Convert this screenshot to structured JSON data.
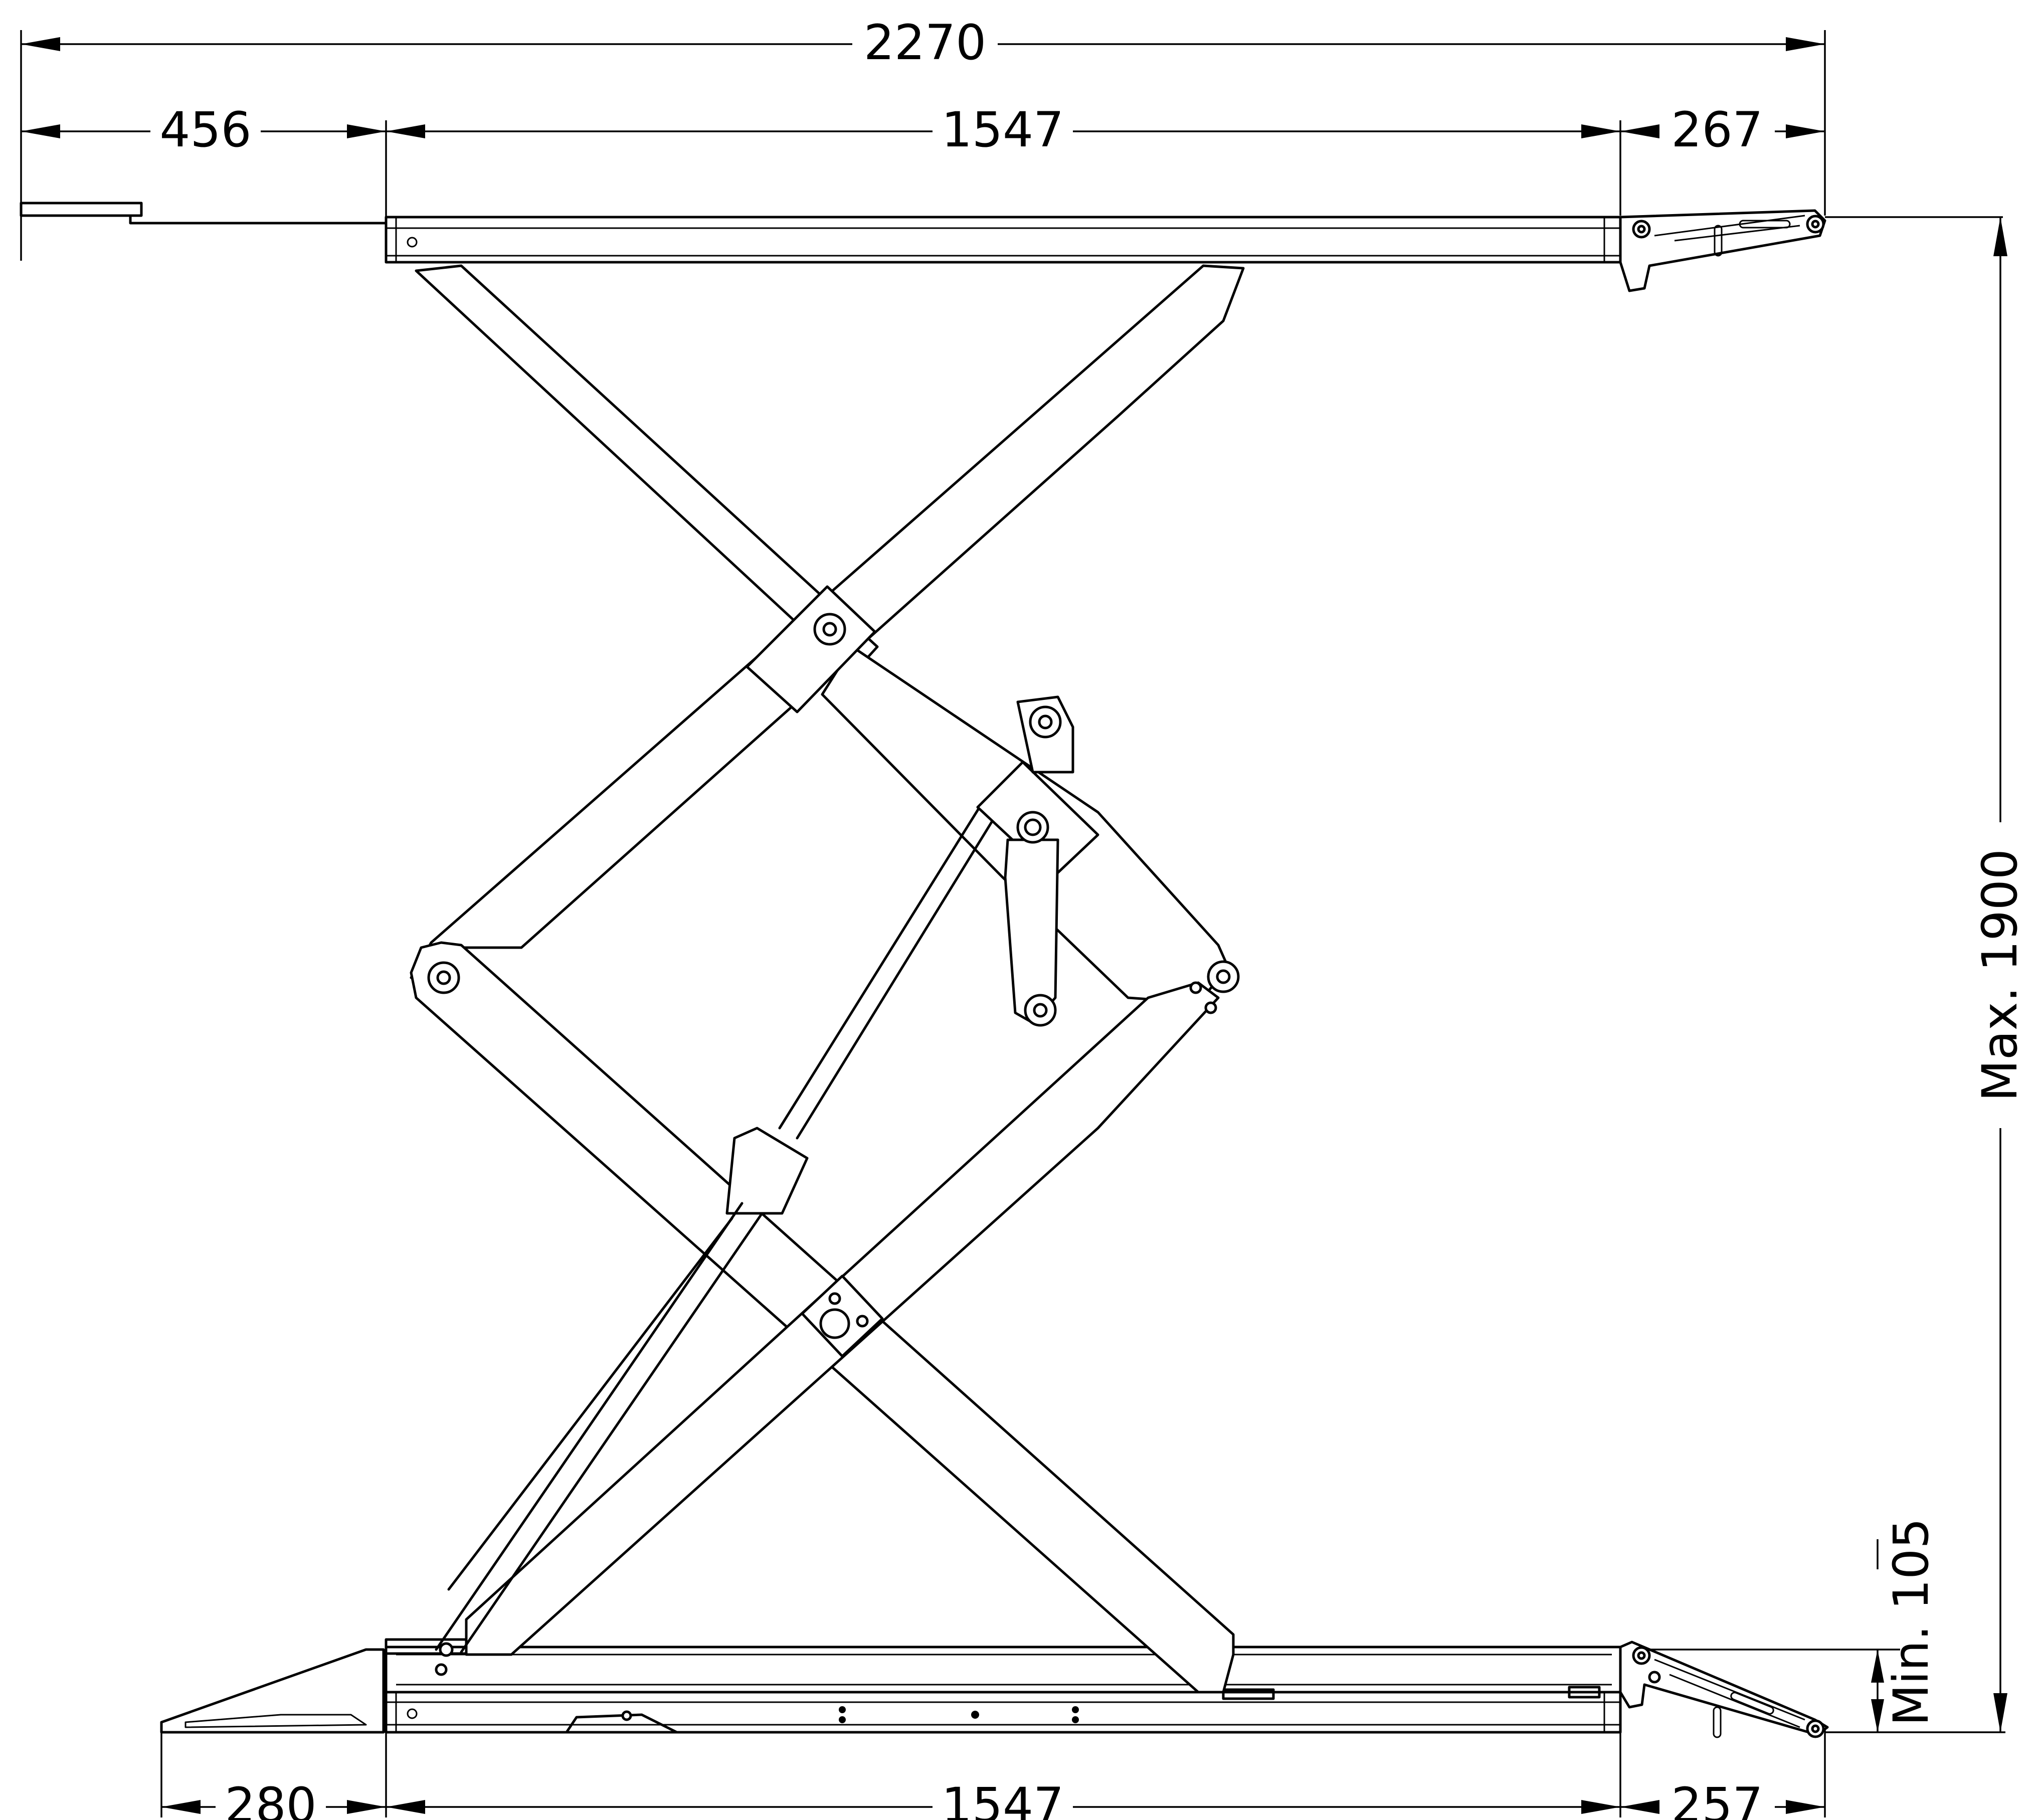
{
  "drawing": {
    "background": "#ffffff",
    "line_color": "#000000",
    "dimensions": {
      "overall_length": "2270",
      "front_extension": "456",
      "platform_length_top": "1547",
      "rear_ramp_top": "267",
      "max_height": "Max. 1900",
      "min_height": "Min. 105",
      "front_ramp_bottom": "280",
      "platform_length_bottom": "1547",
      "rear_ramp_bottom": "257"
    }
  }
}
